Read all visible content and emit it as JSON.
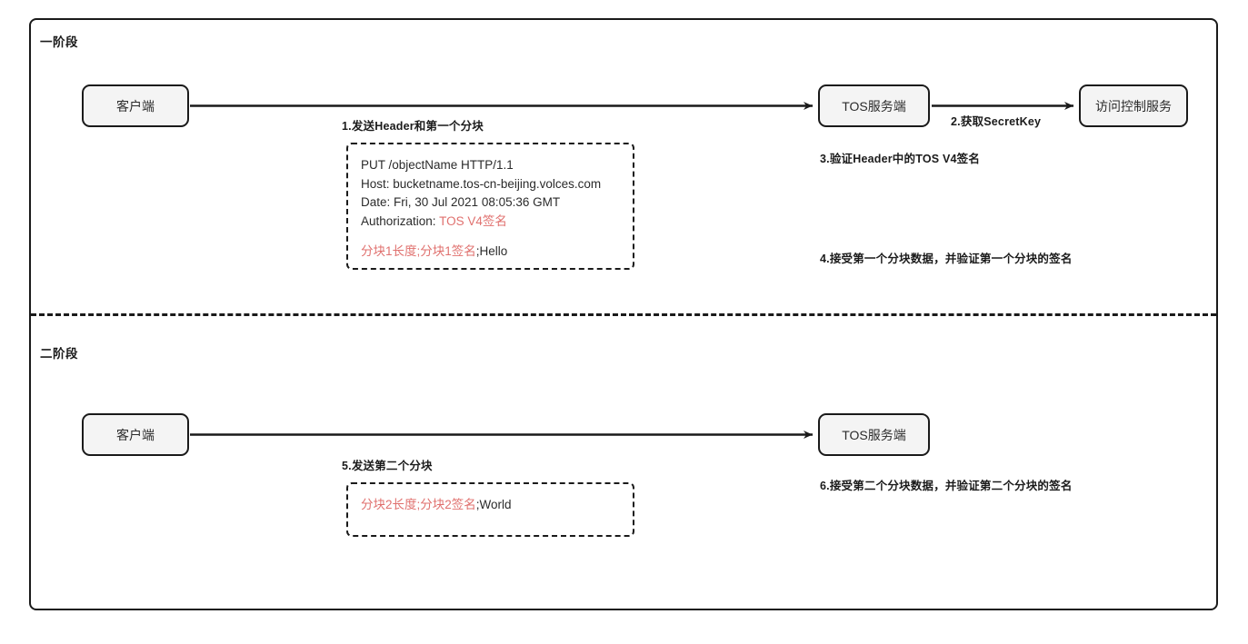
{
  "colors": {
    "accent_red": "#e0706e",
    "border": "#1a1a1a",
    "node_fill": "#f4f4f4",
    "background": "#ffffff"
  },
  "phases": [
    {
      "id": "phase-1",
      "label": "一阶段"
    },
    {
      "id": "phase-2",
      "label": "二阶段"
    }
  ],
  "nodes": {
    "client_1": "客户端",
    "tos_server_1": "TOS服务端",
    "access_control": "访问控制服务",
    "client_2": "客户端",
    "tos_server_2": "TOS服务端"
  },
  "steps": {
    "step_1": "1.发送Header和第一个分块",
    "step_2": "2.获取SecretKey",
    "step_3": "3.验证Header中的TOS V4签名",
    "step_4": "4.接受第一个分块数据，并验证第一个分块的签名",
    "step_5": "5.发送第二个分块",
    "step_6": "6.接受第二个分块数据，并验证第二个分块的签名"
  },
  "payload_1": {
    "line_1": "PUT /objectName HTTP/1.1",
    "line_2": "Host: bucketname.tos-cn-beijing.volces.com",
    "line_3": "Date: Fri, 30 Jul 2021 08:05:36 GMT",
    "line_4_prefix": "Authorization: ",
    "line_4_accent": "TOS V4签名",
    "line_5_accent": "分块1长度;分块1签名",
    "line_5_suffix": ";Hello"
  },
  "payload_2": {
    "line_1_accent": "分块2长度;分块2签名",
    "line_1_suffix": ";World"
  }
}
